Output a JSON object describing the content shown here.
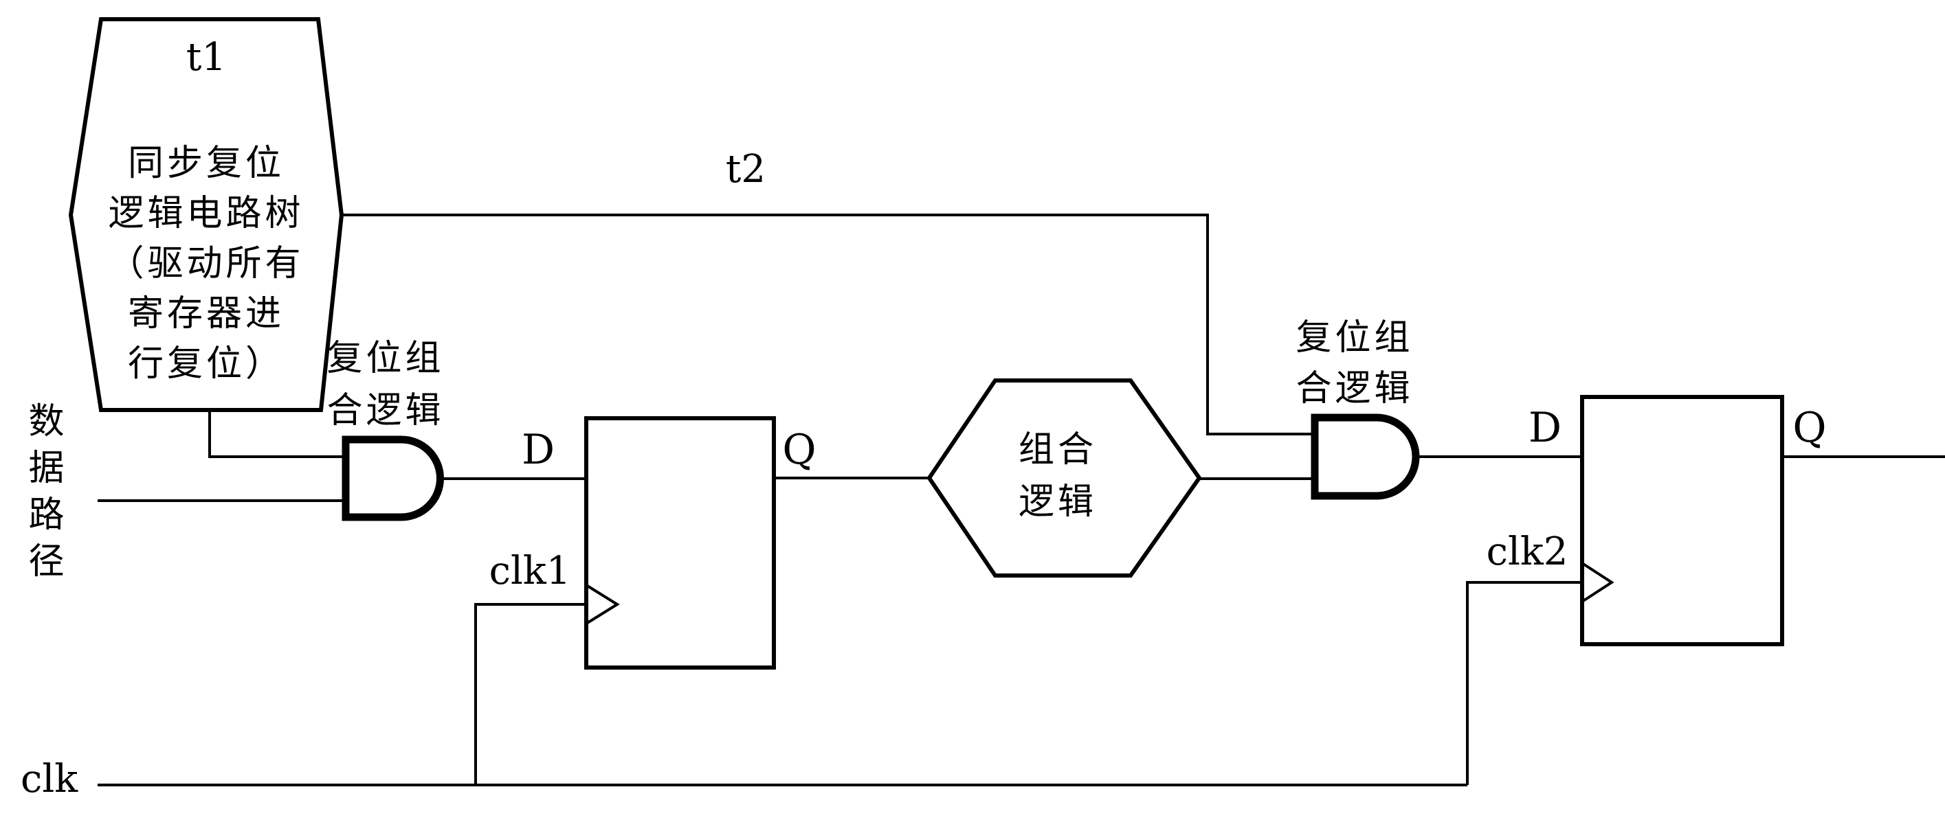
{
  "colors": {
    "ink": "#000000",
    "background": "#ffffff"
  },
  "reset_tree": {
    "title": "t1",
    "body": "同步复位\n逻辑电路树\n（驱动所有\n寄存器进\n行复位）"
  },
  "labels": {
    "t2": "t2",
    "data_path": "数据路径",
    "clk": "clk"
  },
  "and_gates": [
    {
      "label": "复位组\n合逻辑"
    },
    {
      "label": "复位组\n合逻辑"
    }
  ],
  "comb_logic": {
    "label": "组合\n逻辑"
  },
  "flip_flops": [
    {
      "d": "D",
      "q": "Q",
      "clk": "clk1"
    },
    {
      "d": "D",
      "q": "Q",
      "clk": "clk2"
    }
  ]
}
